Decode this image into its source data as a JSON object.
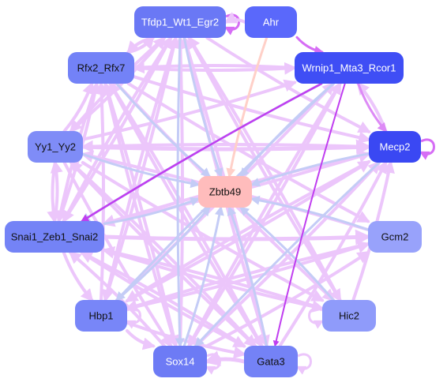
{
  "network": {
    "nodes": [
      {
        "id": "Tfdp1_Wt1_Egr2",
        "label": "Tfdp1_Wt1_Egr2",
        "fill": "#6a78f5",
        "text": "#ffffff"
      },
      {
        "id": "Ahr",
        "label": "Ahr",
        "fill": "#5a68fb",
        "text": "#ffffff"
      },
      {
        "id": "Rfx2_Rfx7",
        "label": "Rfx2_Rfx7",
        "fill": "#7382f7",
        "text": "#111111"
      },
      {
        "id": "Wrnip1_Mta3_Rcor1",
        "label": "Wrnip1_Mta3_Rcor1",
        "fill": "#3f4ef5",
        "text": "#ffffff"
      },
      {
        "id": "Yy1_Yy2",
        "label": "Yy1_Yy2",
        "fill": "#7f8cf7",
        "text": "#111111"
      },
      {
        "id": "Mecp2",
        "label": "Mecp2",
        "fill": "#3a48f3",
        "text": "#ffffff"
      },
      {
        "id": "Zbtb49",
        "label": "Zbtb49",
        "fill": "#ffbcbc",
        "text": "#111111"
      },
      {
        "id": "Snai1_Zeb1_Snai2",
        "label": "Snai1_Zeb1_Snai2",
        "fill": "#7483f6",
        "text": "#111111"
      },
      {
        "id": "Gcm2",
        "label": "Gcm2",
        "fill": "#98a2fb",
        "text": "#111111"
      },
      {
        "id": "Hbp1",
        "label": "Hbp1",
        "fill": "#7886f8",
        "text": "#111111"
      },
      {
        "id": "Hic2",
        "label": "Hic2",
        "fill": "#8f9bfa",
        "text": "#111111"
      },
      {
        "id": "Sox14",
        "label": "Sox14",
        "fill": "#6d7bf5",
        "text": "#ffffff"
      },
      {
        "id": "Gata3",
        "label": "Gata3",
        "fill": "#7482f6",
        "text": "#111111"
      }
    ],
    "edges": [
      {
        "from": "Tfdp1_Wt1_Egr2",
        "to": "Zbtb49",
        "color": "#c4ccf6",
        "w": 3
      },
      {
        "from": "Ahr",
        "to": "Zbtb49",
        "color": "#ffd0c8",
        "w": 3
      },
      {
        "from": "Rfx2_Rfx7",
        "to": "Zbtb49",
        "color": "#c4ccf6",
        "w": 3
      },
      {
        "from": "Wrnip1_Mta3_Rcor1",
        "to": "Zbtb49",
        "color": "#c4ccf6",
        "w": 3
      },
      {
        "from": "Yy1_Yy2",
        "to": "Zbtb49",
        "color": "#c4ccf6",
        "w": 3
      },
      {
        "from": "Mecp2",
        "to": "Zbtb49",
        "color": "#c4ccf6",
        "w": 3
      },
      {
        "from": "Snai1_Zeb1_Snai2",
        "to": "Zbtb49",
        "color": "#c4ccf6",
        "w": 3
      },
      {
        "from": "Gcm2",
        "to": "Zbtb49",
        "color": "#c4ccf6",
        "w": 3
      },
      {
        "from": "Hbp1",
        "to": "Zbtb49",
        "color": "#c4ccf6",
        "w": 3
      },
      {
        "from": "Hic2",
        "to": "Zbtb49",
        "color": "#c4ccf6",
        "w": 3
      },
      {
        "from": "Sox14",
        "to": "Zbtb49",
        "color": "#c4ccf6",
        "w": 3
      },
      {
        "from": "Gata3",
        "to": "Zbtb49",
        "color": "#c4ccf6",
        "w": 3
      },
      {
        "from": "Tfdp1_Wt1_Egr2",
        "to": "Sox14",
        "color": "#c4ccf6",
        "w": 3
      },
      {
        "from": "Wrnip1_Mta3_Rcor1",
        "to": "Hbp1",
        "color": "#c4ccf6",
        "w": 3
      },
      {
        "from": "Wrnip1_Mta3_Rcor1",
        "to": "Snai1_Zeb1_Snai2",
        "color": "#c4ccf6",
        "w": 3
      },
      {
        "from": "Mecp2",
        "to": "Sox14",
        "color": "#c4ccf6",
        "w": 3
      },
      {
        "from": "Wrnip1_Mta3_Rcor1",
        "to": "Snai1_Zeb1_Snai2",
        "color": "#c03ef0",
        "w": 2.5
      },
      {
        "from": "Wrnip1_Mta3_Rcor1",
        "to": "Gata3",
        "color": "#c03ef0",
        "w": 2
      },
      {
        "from": "Ahr",
        "to": "Wrnip1_Mta3_Rcor1",
        "color": "#d66df5",
        "w": 3
      },
      {
        "from": "Wrnip1_Mta3_Rcor1",
        "to": "Mecp2",
        "color": "#dd8af6",
        "w": 3
      },
      {
        "from": "Tfdp1_Wt1_Egr2",
        "to": "Yy1_Yy2",
        "color": "#ecc6fb",
        "w": 4
      },
      {
        "from": "Tfdp1_Wt1_Egr2",
        "to": "Snai1_Zeb1_Snai2",
        "color": "#ecc6fb",
        "w": 4
      },
      {
        "from": "Tfdp1_Wt1_Egr2",
        "to": "Hbp1",
        "color": "#ecc6fb",
        "w": 4
      },
      {
        "from": "Tfdp1_Wt1_Egr2",
        "to": "Gata3",
        "color": "#ecc6fb",
        "w": 4
      },
      {
        "from": "Tfdp1_Wt1_Egr2",
        "to": "Hic2",
        "color": "#ecc6fb",
        "w": 4
      },
      {
        "from": "Tfdp1_Wt1_Egr2",
        "to": "Mecp2",
        "color": "#ecc6fb",
        "w": 4
      },
      {
        "from": "Rfx2_Rfx7",
        "to": "Tfdp1_Wt1_Egr2",
        "color": "#ecc6fb",
        "w": 4
      },
      {
        "from": "Rfx2_Rfx7",
        "to": "Wrnip1_Mta3_Rcor1",
        "color": "#ecc6fb",
        "w": 4
      },
      {
        "from": "Rfx2_Rfx7",
        "to": "Mecp2",
        "color": "#ecc6fb",
        "w": 4
      },
      {
        "from": "Rfx2_Rfx7",
        "to": "Gcm2",
        "color": "#ecc6fb",
        "w": 4
      },
      {
        "from": "Rfx2_Rfx7",
        "to": "Hic2",
        "color": "#ecc6fb",
        "w": 4
      },
      {
        "from": "Rfx2_Rfx7",
        "to": "Gata3",
        "color": "#ecc6fb",
        "w": 4
      },
      {
        "from": "Rfx2_Rfx7",
        "to": "Sox14",
        "color": "#ecc6fb",
        "w": 4
      },
      {
        "from": "Rfx2_Rfx7",
        "to": "Snai1_Zeb1_Snai2",
        "color": "#ecc6fb",
        "w": 4
      },
      {
        "from": "Yy1_Yy2",
        "to": "Snai1_Zeb1_Snai2",
        "color": "#ecc6fb",
        "w": 4
      },
      {
        "from": "Yy1_Yy2",
        "to": "Mecp2",
        "color": "#ecc6fb",
        "w": 5
      },
      {
        "from": "Yy1_Yy2",
        "to": "Wrnip1_Mta3_Rcor1",
        "color": "#ecc6fb",
        "w": 4
      },
      {
        "from": "Yy1_Yy2",
        "to": "Gata3",
        "color": "#ecc6fb",
        "w": 4
      },
      {
        "from": "Yy1_Yy2",
        "to": "Hic2",
        "color": "#ecc6fb",
        "w": 4
      },
      {
        "from": "Yy1_Yy2",
        "to": "Tfdp1_Wt1_Egr2",
        "color": "#ecc6fb",
        "w": 4
      },
      {
        "from": "Yy1_Yy2",
        "to": "Sox14",
        "color": "#ecc6fb",
        "w": 4
      },
      {
        "from": "Snai1_Zeb1_Snai2",
        "to": "Mecp2",
        "color": "#ecc6fb",
        "w": 4
      },
      {
        "from": "Snai1_Zeb1_Snai2",
        "to": "Gcm2",
        "color": "#ecc6fb",
        "w": 5
      },
      {
        "from": "Snai1_Zeb1_Snai2",
        "to": "Hic2",
        "color": "#ecc6fb",
        "w": 4
      },
      {
        "from": "Snai1_Zeb1_Snai2",
        "to": "Tfdp1_Wt1_Egr2",
        "color": "#ecc6fb",
        "w": 4
      },
      {
        "from": "Snai1_Zeb1_Snai2",
        "to": "Rfx2_Rfx7",
        "color": "#ecc6fb",
        "w": 4
      },
      {
        "from": "Snai1_Zeb1_Snai2",
        "to": "Gata3",
        "color": "#ecc6fb",
        "w": 4
      },
      {
        "from": "Snai1_Zeb1_Snai2",
        "to": "Hbp1",
        "color": "#ecc6fb",
        "w": 4
      },
      {
        "from": "Hbp1",
        "to": "Mecp2",
        "color": "#ecc6fb",
        "w": 4
      },
      {
        "from": "Hbp1",
        "to": "Wrnip1_Mta3_Rcor1",
        "color": "#ecc6fb",
        "w": 4
      },
      {
        "from": "Hbp1",
        "to": "Rfx2_Rfx7",
        "color": "#ecc6fb",
        "w": 4
      },
      {
        "from": "Hbp1",
        "to": "Tfdp1_Wt1_Egr2",
        "color": "#ecc6fb",
        "w": 4
      },
      {
        "from": "Hbp1",
        "to": "Sox14",
        "color": "#ecc6fb",
        "w": 4
      },
      {
        "from": "Hbp1",
        "to": "Gata3",
        "color": "#ecc6fb",
        "w": 4
      },
      {
        "from": "Hbp1",
        "to": "Gcm2",
        "color": "#ecc6fb",
        "w": 4
      },
      {
        "from": "Sox14",
        "to": "Wrnip1_Mta3_Rcor1",
        "color": "#ecc6fb",
        "w": 4
      },
      {
        "from": "Sox14",
        "to": "Tfdp1_Wt1_Egr2",
        "color": "#ecc6fb",
        "w": 4
      },
      {
        "from": "Sox14",
        "to": "Rfx2_Rfx7",
        "color": "#ecc6fb",
        "w": 4
      },
      {
        "from": "Sox14",
        "to": "Mecp2",
        "color": "#ecc6fb",
        "w": 4
      },
      {
        "from": "Sox14",
        "to": "Gcm2",
        "color": "#ecc6fb",
        "w": 4
      },
      {
        "from": "Sox14",
        "to": "Snai1_Zeb1_Snai2",
        "color": "#ecc6fb",
        "w": 4
      },
      {
        "from": "Gata3",
        "to": "Rfx2_Rfx7",
        "color": "#ecc6fb",
        "w": 4
      },
      {
        "from": "Gata3",
        "to": "Tfdp1_Wt1_Egr2",
        "color": "#ecc6fb",
        "w": 4
      },
      {
        "from": "Gata3",
        "to": "Mecp2",
        "color": "#ecc6fb",
        "w": 4
      },
      {
        "from": "Gata3",
        "to": "Yy1_Yy2",
        "color": "#ecc6fb",
        "w": 4
      },
      {
        "from": "Gata3",
        "to": "Snai1_Zeb1_Snai2",
        "color": "#ecc6fb",
        "w": 4
      },
      {
        "from": "Gata3",
        "to": "Sox14",
        "color": "#ecc6fb",
        "w": 5
      },
      {
        "from": "Hic2",
        "to": "Mecp2",
        "color": "#ecc6fb",
        "w": 4
      },
      {
        "from": "Hic2",
        "to": "Tfdp1_Wt1_Egr2",
        "color": "#ecc6fb",
        "w": 4
      },
      {
        "from": "Hic2",
        "to": "Snai1_Zeb1_Snai2",
        "color": "#ecc6fb",
        "w": 4
      },
      {
        "from": "Gcm2",
        "to": "Yy1_Yy2",
        "color": "#ecc6fb",
        "w": 4
      },
      {
        "from": "Gcm2",
        "to": "Hbp1",
        "color": "#ecc6fb",
        "w": 4
      },
      {
        "from": "Mecp2",
        "to": "Wrnip1_Mta3_Rcor1",
        "color": "#ecc6fb",
        "w": 4
      },
      {
        "from": "Mecp2",
        "to": "Hbp1",
        "color": "#ecc6fb",
        "w": 4
      },
      {
        "from": "Mecp2",
        "to": "Snai1_Zeb1_Snai2",
        "color": "#ecc6fb",
        "w": 4
      },
      {
        "from": "Mecp2",
        "to": "Yy1_Yy2",
        "color": "#ecc6fb",
        "w": 4
      },
      {
        "from": "Wrnip1_Mta3_Rcor1",
        "to": "Rfx2_Rfx7",
        "color": "#ecc6fb",
        "w": 4
      },
      {
        "from": "Wrnip1_Mta3_Rcor1",
        "to": "Sox14",
        "color": "#ecc6fb",
        "w": 4
      },
      {
        "from": "Ahr",
        "to": "Tfdp1_Wt1_Egr2",
        "color": "#ecc6fb",
        "w": 4
      },
      {
        "from": "Tfdp1_Wt1_Egr2",
        "to": "Rfx2_Rfx7",
        "color": "#ecc6fb",
        "w": 4
      },
      {
        "from": "Snai1_Zeb1_Snai2",
        "to": "Yy1_Yy2",
        "color": "#ecc6fb",
        "w": 4
      },
      {
        "from": "Yy1_Yy2",
        "to": "Rfx2_Rfx7",
        "color": "#ecc6fb",
        "w": 4
      }
    ],
    "self_loops": [
      {
        "node": "Tfdp1_Wt1_Egr2",
        "color": "#d66df5"
      },
      {
        "node": "Mecp2",
        "color": "#d66df5"
      },
      {
        "node": "Hbp1",
        "color": "#ecc6fb"
      },
      {
        "node": "Sox14",
        "color": "#ecc6fb"
      },
      {
        "node": "Gata3",
        "color": "#ecc6fb"
      },
      {
        "node": "Hic2",
        "color": "#ecc6fb"
      }
    ]
  }
}
